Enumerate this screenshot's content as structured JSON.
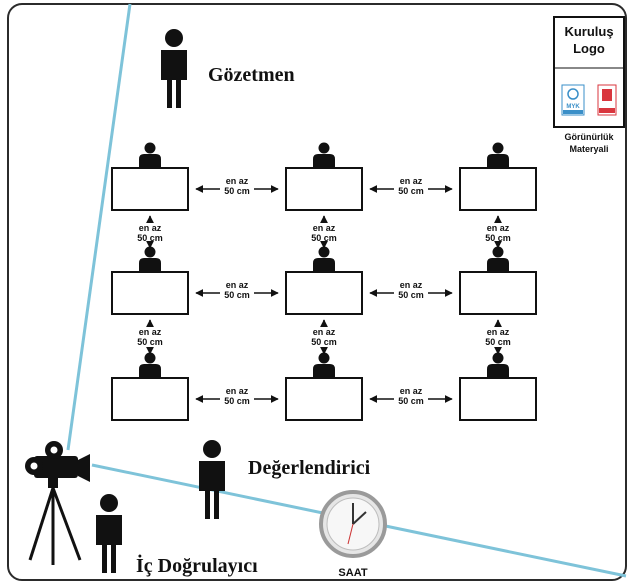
{
  "roles": {
    "supervisor": "Gözetmen",
    "assessor": "Değerlendirici",
    "internal_verifier": "İç Doğrulayıcı"
  },
  "logo_box": {
    "line1": "Kuruluş",
    "line2": "Logo",
    "caption_line1": "Görünürlük",
    "caption_line2": "Materyali",
    "badge_left": "MYK"
  },
  "spacing": {
    "line1": "en az",
    "line2": "50 cm"
  },
  "clock_label": "SAAT",
  "colors": {
    "border": "#2b2b2b",
    "camera_line": "#7ec3d9",
    "person": "#111111",
    "badge_blue": "#3a8fc8",
    "badge_red": "#d9363e"
  },
  "layout": {
    "desk_rows": 3,
    "desk_cols": 3
  }
}
